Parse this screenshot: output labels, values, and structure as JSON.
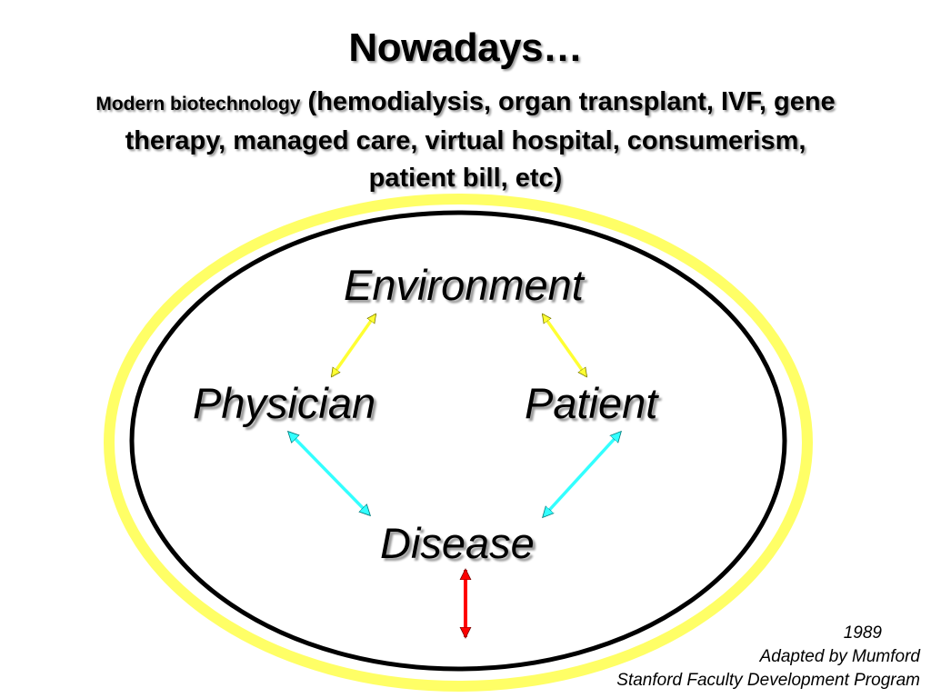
{
  "title": "Nowadays…",
  "subtitle": {
    "lead": "Modern biotechnology",
    "rest": " (hemodialysis, organ transplant, IVF, gene therapy, managed care, virtual hospital, consumerism, patient bill, etc)"
  },
  "nodes": {
    "environment": "Environment",
    "physician": "Physician",
    "patient": "Patient",
    "disease": "Disease"
  },
  "credit": {
    "year": "1989",
    "adapted": "Adapted by Mumford",
    "program": "Stanford Faculty Development Program"
  },
  "colors": {
    "outer_ring": "#ffff66",
    "inner_ring": "#000000",
    "environment_links": "#ffff33",
    "disease_links": "#33ffff",
    "external_link": "#ff0000"
  }
}
